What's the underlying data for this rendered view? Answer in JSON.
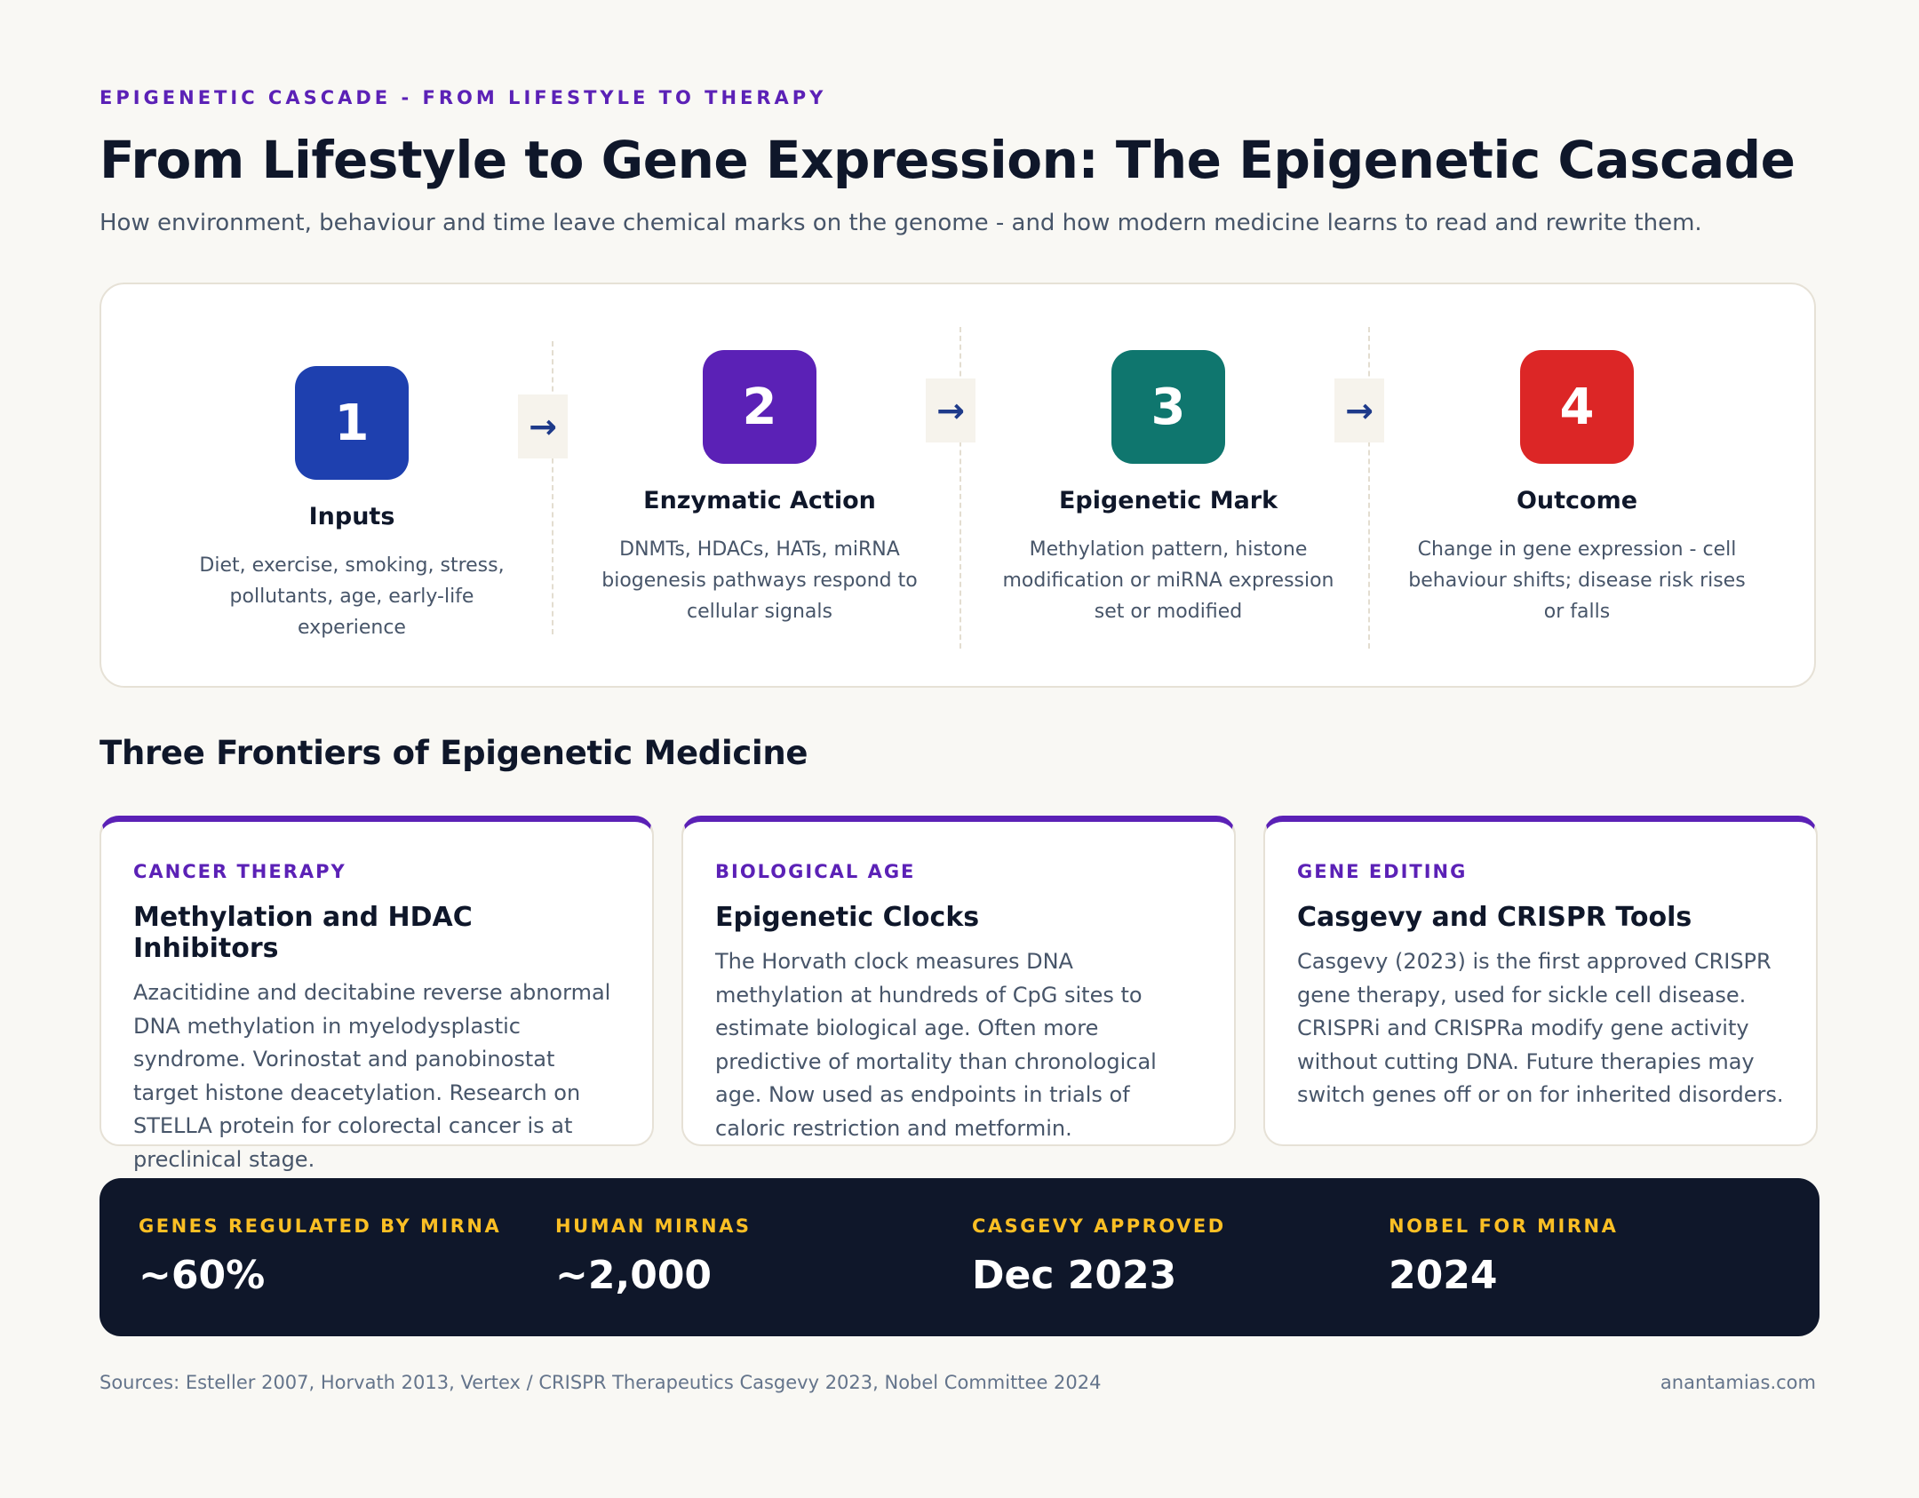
{
  "header": {
    "eyebrow": "EPIGENETIC CASCADE - FROM LIFESTYLE TO THERAPY",
    "title": "From Lifestyle to Gene Expression: The Epigenetic Cascade",
    "subtitle": "How environment, behaviour and time leave chemical marks on the genome - and how modern medicine learns to read and rewrite them."
  },
  "flow": {
    "steps": [
      {
        "num": "1",
        "title": "Inputs",
        "desc": "Diet, exercise, smoking, stress, pollutants, age, early-life experience",
        "color": "#1e40af"
      },
      {
        "num": "2",
        "title": "Enzymatic Action",
        "desc": "DNMTs, HDACs, HATs, miRNA biogenesis pathways respond to cellular signals",
        "color": "#5b21b6"
      },
      {
        "num": "3",
        "title": "Epigenetic Mark",
        "desc": "Methylation pattern, histone modification or miRNA expression set or modified",
        "color": "#0f766e"
      },
      {
        "num": "4",
        "title": "Outcome",
        "desc": "Change in gene expression - cell behaviour shifts; disease risk rises or falls",
        "color": "#dc2626"
      }
    ],
    "arrow_icon": "arrow-right-icon"
  },
  "frontiers": {
    "title": "Three Frontiers of Epigenetic Medicine",
    "accent": "#5b21b6",
    "cards": [
      {
        "tag": "CANCER THERAPY",
        "title": "Methylation and HDAC Inhibitors",
        "body": "Azacitidine and decitabine reverse abnormal DNA methylation in myelodysplastic syndrome. Vorinostat and panobinostat target histone deacetylation. Research on STELLA protein for colorectal cancer is at preclinical stage."
      },
      {
        "tag": "BIOLOGICAL AGE",
        "title": "Epigenetic Clocks",
        "body": "The Horvath clock measures DNA methylation at hundreds of CpG sites to estimate biological age. Often more predictive of mortality than chronological age. Now used as endpoints in trials of caloric restriction and metformin."
      },
      {
        "tag": "GENE EDITING",
        "title": "Casgevy and CRISPR Tools",
        "body": "Casgevy (2023) is the first approved CRISPR gene therapy, used for sickle cell disease. CRISPRi and CRISPRa modify gene activity without cutting DNA. Future therapies may switch genes off or on for inherited disorders."
      }
    ]
  },
  "stats": [
    {
      "label": "GENES REGULATED BY MIRNA",
      "value": "~60%"
    },
    {
      "label": "HUMAN MIRNAS",
      "value": "~2,000"
    },
    {
      "label": "CASGEVY APPROVED",
      "value": "Dec 2023"
    },
    {
      "label": "NOBEL FOR MIRNA",
      "value": "2024"
    }
  ],
  "stats_label_color": "#fbbf24",
  "footer": {
    "sources": "Sources: Esteller 2007, Horvath 2013, Vertex / CRISPR Therapeutics Casgevy 2023, Nobel Committee 2024",
    "site": "anantamias.com"
  }
}
